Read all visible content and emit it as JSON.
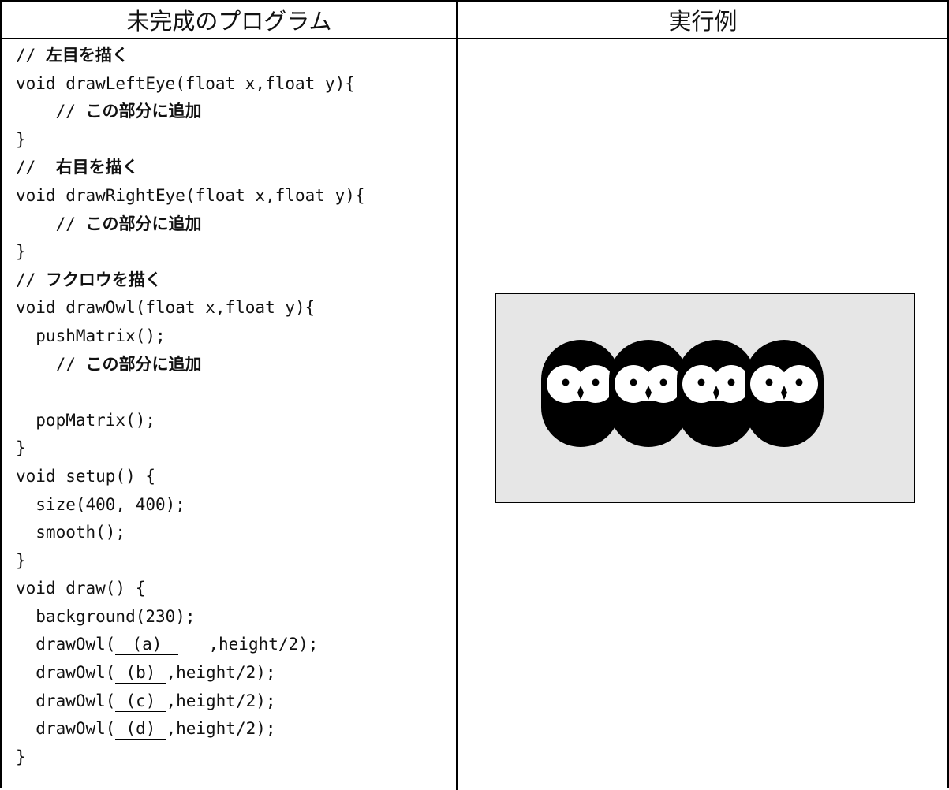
{
  "headers": {
    "left": "未完成のプログラム",
    "right": "実行例"
  },
  "code_lines": [
    {
      "parts": [
        {
          "t": "// "
        },
        {
          "t": "左目を描く",
          "jp": true
        }
      ]
    },
    {
      "parts": [
        {
          "t": "void drawLeftEye(float x,float y){"
        }
      ]
    },
    {
      "parts": [
        {
          "t": "    // "
        },
        {
          "t": "この部分に追加",
          "jp": true
        }
      ]
    },
    {
      "parts": [
        {
          "t": "}"
        }
      ]
    },
    {
      "parts": [
        {
          "t": "//  "
        },
        {
          "t": "右目を描く",
          "jp": true
        }
      ]
    },
    {
      "parts": [
        {
          "t": "void drawRightEye(float x,float y){"
        }
      ]
    },
    {
      "parts": [
        {
          "t": "    // "
        },
        {
          "t": "この部分に追加",
          "jp": true
        }
      ]
    },
    {
      "parts": [
        {
          "t": "}"
        }
      ]
    },
    {
      "parts": [
        {
          "t": "// "
        },
        {
          "t": "フクロウを描く",
          "jp": true
        }
      ]
    },
    {
      "parts": [
        {
          "t": "void drawOwl(float x,float y){"
        }
      ]
    },
    {
      "parts": [
        {
          "t": "  pushMatrix();"
        }
      ]
    },
    {
      "parts": [
        {
          "t": "    // "
        },
        {
          "t": "この部分に追加",
          "jp": true
        }
      ]
    },
    {
      "parts": [
        {
          "t": ""
        }
      ]
    },
    {
      "parts": [
        {
          "t": "  popMatrix();"
        }
      ]
    },
    {
      "parts": [
        {
          "t": "}"
        }
      ]
    },
    {
      "parts": [
        {
          "t": "void setup() {"
        }
      ]
    },
    {
      "parts": [
        {
          "t": "  size(400, 400);"
        }
      ]
    },
    {
      "parts": [
        {
          "t": "  smooth();"
        }
      ]
    },
    {
      "parts": [
        {
          "t": "}"
        }
      ]
    },
    {
      "parts": [
        {
          "t": "void draw() {"
        }
      ]
    },
    {
      "parts": [
        {
          "t": "  background(230);"
        }
      ]
    },
    {
      "parts": [
        {
          "t": "  drawOwl("
        },
        {
          "t": "(a)",
          "blank": true,
          "wide": true
        },
        {
          "t": "   ,height/2);"
        }
      ]
    },
    {
      "parts": [
        {
          "t": "  drawOwl("
        },
        {
          "t": "(b)",
          "blank": true
        },
        {
          "t": ",height/2);"
        }
      ]
    },
    {
      "parts": [
        {
          "t": "  drawOwl("
        },
        {
          "t": "(c)",
          "blank": true
        },
        {
          "t": ",height/2);"
        }
      ]
    },
    {
      "parts": [
        {
          "t": "  drawOwl("
        },
        {
          "t": "(d)",
          "blank": true
        },
        {
          "t": ",height/2);"
        }
      ]
    },
    {
      "parts": [
        {
          "t": "}"
        }
      ]
    }
  ],
  "owl_count": 4,
  "colors": {
    "canvas_background": "#e6e6e6",
    "owl_body": "#000000",
    "owl_face": "#ffffff"
  }
}
